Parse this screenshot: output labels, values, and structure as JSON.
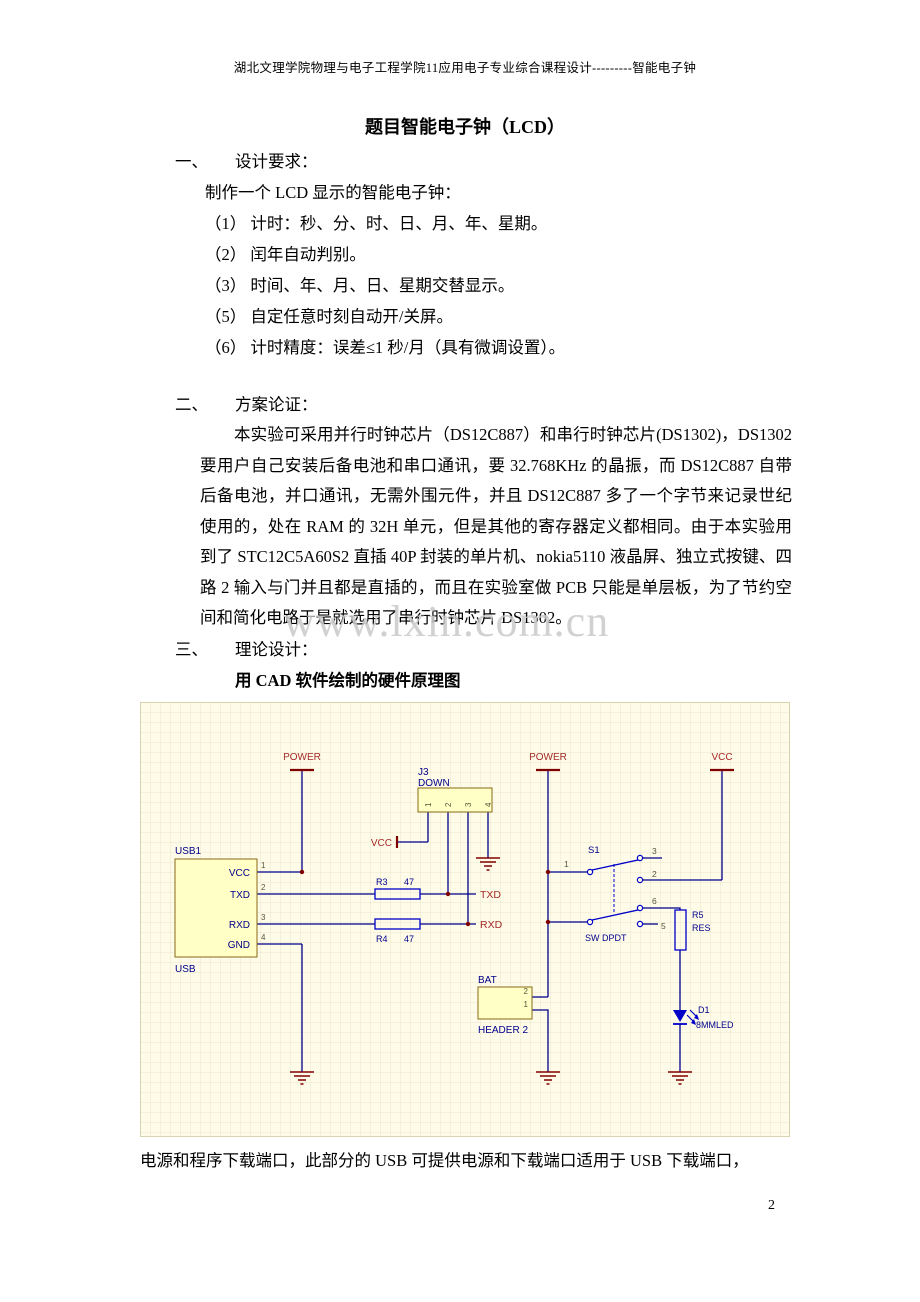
{
  "colors": {
    "wire": "#00008b",
    "component_fill": "#ffffc6",
    "component_border": "#8b6914",
    "net_label_red": "#a52a2a",
    "power_symbol": "#800000",
    "resistor_blue": "#0000c8",
    "grid_background": "#fefce9"
  },
  "doc": {
    "header": "湖北文理学院物理与电子工程学院11应用电子专业综合课程设计---------智能电子钟",
    "title": "题目智能电子钟（LCD）",
    "watermark": "www.lxin.com.cn",
    "page_number": "2",
    "caption": "电源和程序下载端口，此部分的 USB 可提供电源和下载端口适用于 USB 下载端口，"
  },
  "section1": {
    "num": "一、",
    "heading": "设计要求：",
    "intro": "制作一个 LCD 显示的智能电子钟：",
    "items": [
      "（1） 计时：秒、分、时、日、月、年、星期。",
      "（2） 闰年自动判别。",
      "（3） 时间、年、月、日、星期交替显示。",
      "（5） 自定任意时刻自动开/关屏。",
      "（6） 计时精度：误差≤1 秒/月（具有微调设置）。"
    ]
  },
  "section2": {
    "num": "二、",
    "heading": "方案论证：",
    "body": "本实验可采用并行时钟芯片（DS12C887）和串行时钟芯片(DS1302)，DS1302 要用户自己安装后备电池和串口通讯，要 32.768KHz 的晶振，而 DS12C887 自带后备电池，并口通讯，无需外围元件，并且 DS12C887 多了一个字节来记录世纪使用的，处在 RAM 的 32H 单元，但是其他的寄存器定义都相同。由于本实验用到了 STC12C5A60S2 直插 40P 封装的单片机、nokia5110 液晶屏、独立式按键、四路 2 输入与门并且都是直插的，而且在实验室做 PCB 只能是单层板，为了节约空间和简化电路于是就选用了串行时钟芯片 DS1302。"
  },
  "section3": {
    "num": "三、",
    "heading": "理论设计：",
    "subheading": "用 CAD 软件绘制的硬件原理图"
  },
  "schematic": {
    "power_left": "POWER",
    "power_mid": "POWER",
    "vcc_rail": "VCC",
    "vcc_port": "VCC",
    "txd_port": "TXD",
    "rxd_port": "RXD",
    "j3": {
      "ref": "J3",
      "name": "DOWN",
      "pins": [
        "1",
        "2",
        "3",
        "4"
      ]
    },
    "usb1": {
      "ref": "USB1",
      "name": "USB",
      "pin_names": [
        "VCC",
        "TXD",
        "RXD",
        "GND"
      ],
      "pin_numbers": [
        "1",
        "2",
        "3",
        "4"
      ]
    },
    "r3": {
      "ref": "R3",
      "value": "47"
    },
    "r4": {
      "ref": "R4",
      "value": "47"
    },
    "r5": {
      "ref": "R5",
      "value": "RES"
    },
    "s1": {
      "ref": "S1",
      "name": "SW DPDT",
      "pin1": "1",
      "pin2": "2",
      "pin3": "3",
      "pin5": "5",
      "pin6": "6"
    },
    "bat": {
      "ref": "BAT",
      "name": "HEADER 2",
      "pin_top": "2",
      "pin_bottom": "1"
    },
    "d1": {
      "ref": "D1",
      "value": "8MMLED"
    }
  }
}
